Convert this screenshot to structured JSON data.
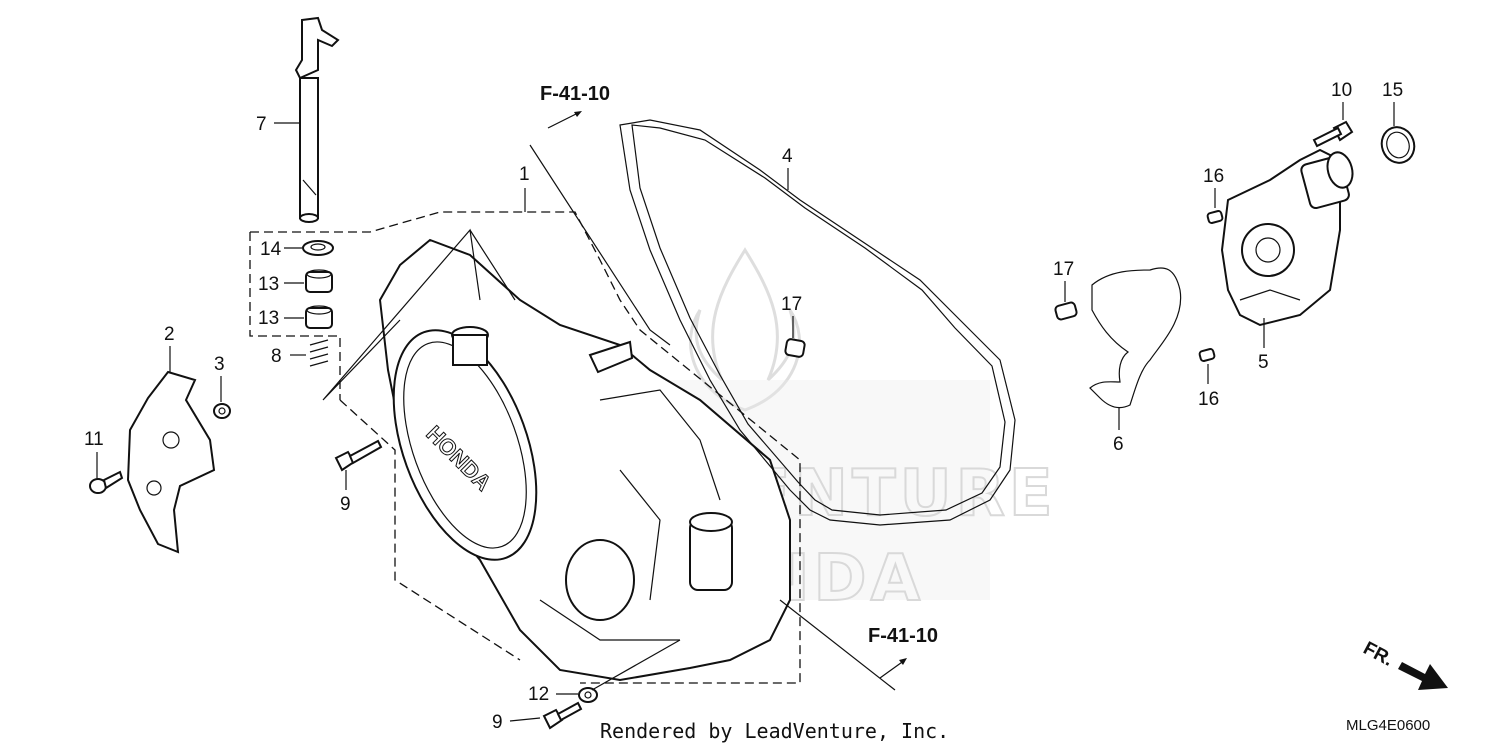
{
  "diagram": {
    "ref_callouts": [
      "F-41-10",
      "F-41-10"
    ],
    "part_labels": {
      "p1": "1",
      "p2": "2",
      "p3": "3",
      "p4": "4",
      "p5": "5",
      "p6": "6",
      "p7": "7",
      "p8": "8",
      "p9a": "9",
      "p9b": "9",
      "p10": "10",
      "p11": "11",
      "p12": "12",
      "p13a": "13",
      "p13b": "13",
      "p14": "14",
      "p15": "15",
      "p16a": "16",
      "p16b": "16",
      "p17a": "17",
      "p17b": "17"
    },
    "cover_brand": "HONDA",
    "watermark": {
      "line1": "LEADVENTURE",
      "line2": "HONDA"
    },
    "credit": "Rendered by LeadVenture, Inc.",
    "diagram_code": "MLG4E0600",
    "direction": "FR."
  }
}
